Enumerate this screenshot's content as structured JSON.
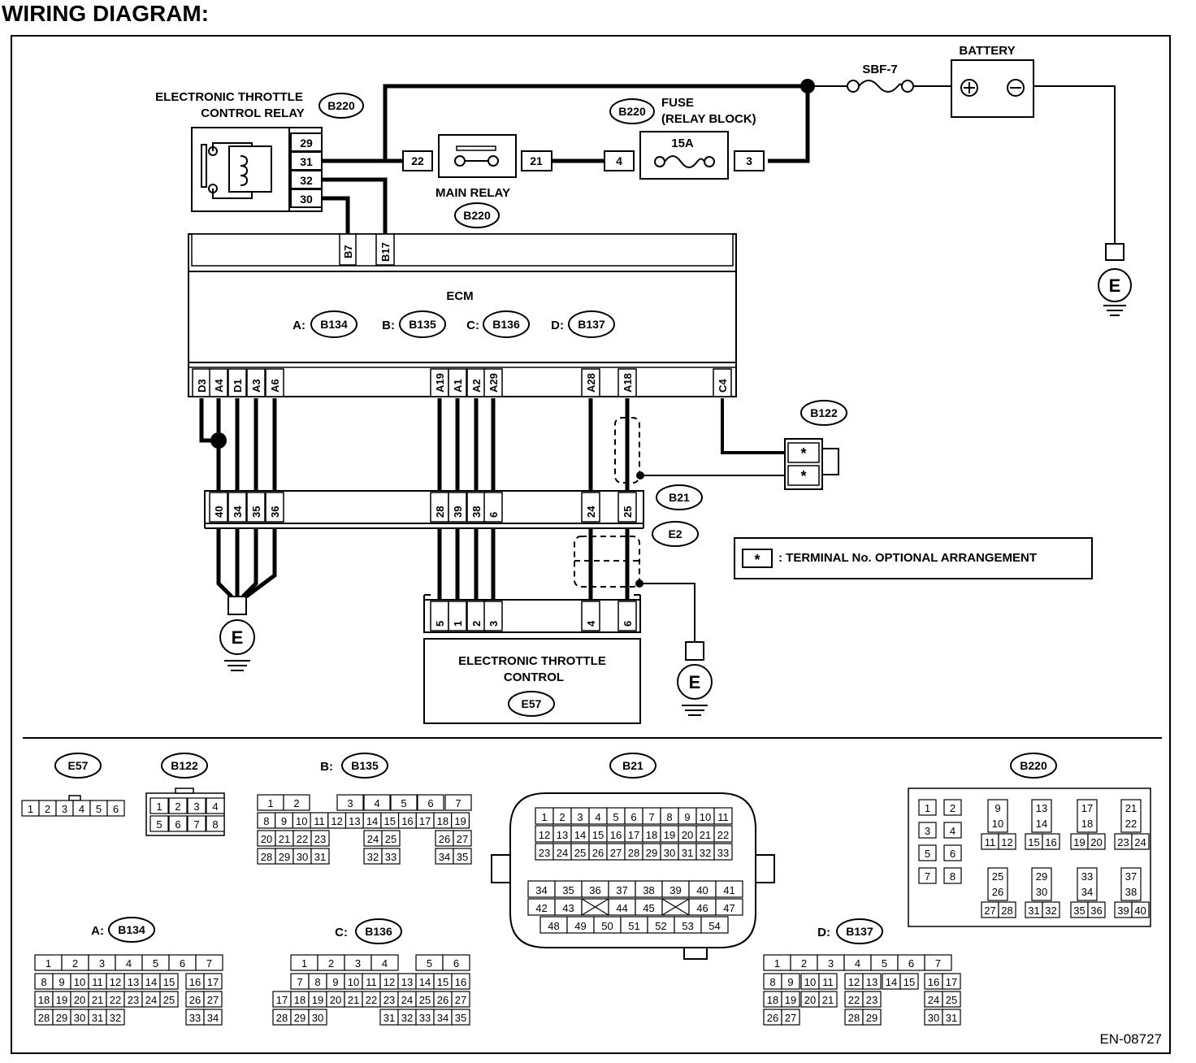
{
  "page_title": "WIRING DIAGRAM:",
  "footer_code": "EN-08727",
  "components": {
    "relay_title_line1": "ELECTRONIC THROTTLE",
    "relay_title_line2": "CONTROL RELAY",
    "relay_conn": "B220",
    "relay_pins": [
      "29",
      "31",
      "32",
      "30"
    ],
    "main_relay_label": "MAIN RELAY",
    "main_relay_conn": "B220",
    "main_relay_pin_left": "22",
    "main_relay_pin_right": "21",
    "fuse_conn": "B220",
    "fuse_label_line1": "FUSE",
    "fuse_label_line2": "(RELAY BLOCK)",
    "fuse_rating": "15A",
    "fuse_pin_left": "4",
    "fuse_pin_right": "3",
    "sbf_label": "SBF-7",
    "battery_label": "BATTERY",
    "ground_label": "E",
    "ecm_label": "ECM",
    "ecm_connectors": [
      {
        "prefix": "A:",
        "code": "B134"
      },
      {
        "prefix": "B:",
        "code": "B135"
      },
      {
        "prefix": "C:",
        "code": "B136"
      },
      {
        "prefix": "D:",
        "code": "B137"
      }
    ],
    "ecm_top_pins": [
      "B7",
      "B17"
    ],
    "ecm_bottom_pins": [
      "D3",
      "A4",
      "D1",
      "A3",
      "A6",
      "A19",
      "A1",
      "A2",
      "A29",
      "A28",
      "A18",
      "C4"
    ],
    "b21_conn": "B21",
    "e2_conn": "E2",
    "b21_pins": [
      "40",
      "34",
      "35",
      "36",
      "28",
      "39",
      "38",
      "6",
      "24",
      "25"
    ],
    "b122_conn": "B122",
    "b122_pins": [
      "*",
      "*"
    ],
    "etc_pins": [
      "5",
      "1",
      "2",
      "3",
      "4",
      "6"
    ],
    "etc_label_line1": "ELECTRONIC THROTTLE",
    "etc_label_line2": "CONTROL",
    "etc_conn": "E57",
    "note_symbol": "*",
    "note_text": ": TERMINAL No. OPTIONAL ARRANGEMENT"
  },
  "connector_views": {
    "e57": {
      "code": "E57",
      "pins": [
        "1",
        "2",
        "3",
        "4",
        "5",
        "6"
      ]
    },
    "b122": {
      "code": "B122",
      "row1": [
        "1",
        "2",
        "3",
        "4"
      ],
      "row2": [
        "5",
        "6",
        "7",
        "8"
      ]
    },
    "b135": {
      "prefix": "B:",
      "code": "B135",
      "row1": [
        "1",
        "2",
        "",
        "3",
        "4",
        "5",
        "6",
        "7"
      ],
      "row2": [
        "8",
        "9",
        "10",
        "11",
        "12",
        "13",
        "14",
        "15",
        "16",
        "17",
        "18",
        "19"
      ],
      "row3": [
        "20",
        "21",
        "22",
        "23",
        "24",
        "25",
        "26",
        "27"
      ],
      "row4": [
        "28",
        "29",
        "30",
        "31",
        "32",
        "33",
        "34",
        "35"
      ]
    },
    "b21": {
      "code": "B21",
      "row1": [
        "1",
        "2",
        "3",
        "4",
        "5",
        "6",
        "7",
        "8",
        "9",
        "10",
        "11"
      ],
      "row2": [
        "12",
        "13",
        "14",
        "15",
        "16",
        "17",
        "18",
        "19",
        "20",
        "21",
        "22"
      ],
      "row3": [
        "23",
        "24",
        "25",
        "26",
        "27",
        "28",
        "29",
        "30",
        "31",
        "32",
        "33"
      ],
      "row4": [
        "34",
        "35",
        "36",
        "37",
        "38",
        "39",
        "40",
        "41"
      ],
      "row5": [
        "42",
        "43",
        "44",
        "45",
        "46",
        "47"
      ],
      "row6": [
        "48",
        "49",
        "50",
        "51",
        "52",
        "53",
        "54"
      ]
    },
    "b220": {
      "code": "B220",
      "blocks": [
        [
          "1",
          "2",
          "3",
          "4",
          "5",
          "6",
          "7",
          "8"
        ],
        [
          "9",
          "10",
          "11",
          "12"
        ],
        [
          "13",
          "14",
          "15",
          "16"
        ],
        [
          "17",
          "18",
          "19",
          "20"
        ],
        [
          "21",
          "22",
          "23",
          "24"
        ],
        [
          "25",
          "26",
          "27",
          "28"
        ],
        [
          "29",
          "30",
          "31",
          "32"
        ],
        [
          "33",
          "34",
          "35",
          "36"
        ],
        [
          "37",
          "38",
          "39",
          "40"
        ]
      ]
    },
    "b134": {
      "prefix": "A:",
      "code": "B134",
      "row1": [
        "1",
        "2",
        "3",
        "4",
        "5",
        "6",
        "7"
      ],
      "row2": [
        "8",
        "9",
        "10",
        "11",
        "12",
        "13",
        "14",
        "15",
        "16",
        "17"
      ],
      "row3": [
        "18",
        "19",
        "20",
        "21",
        "22",
        "23",
        "24",
        "25",
        "26",
        "27"
      ],
      "row4": [
        "28",
        "29",
        "30",
        "31",
        "32",
        "33",
        "34"
      ]
    },
    "b136": {
      "prefix": "C:",
      "code": "B136",
      "row1": [
        "1",
        "2",
        "3",
        "4",
        "5",
        "6"
      ],
      "row2": [
        "7",
        "8",
        "9",
        "10",
        "11",
        "12",
        "13",
        "14",
        "15",
        "16"
      ],
      "row3": [
        "17",
        "18",
        "19",
        "20",
        "21",
        "22",
        "23",
        "24",
        "25",
        "26",
        "27"
      ],
      "row4": [
        "28",
        "29",
        "30",
        "31",
        "32",
        "33",
        "34",
        "35"
      ]
    },
    "b137": {
      "prefix": "D:",
      "code": "B137",
      "row1": [
        "1",
        "2",
        "3",
        "4",
        "5",
        "6",
        "7"
      ],
      "row2": [
        "8",
        "9",
        "10",
        "11",
        "12",
        "13",
        "14",
        "15",
        "16",
        "17"
      ],
      "row3": [
        "18",
        "19",
        "20",
        "21",
        "22",
        "23",
        "24",
        "25"
      ],
      "row4": [
        "26",
        "27",
        "28",
        "29",
        "30",
        "31"
      ]
    }
  }
}
